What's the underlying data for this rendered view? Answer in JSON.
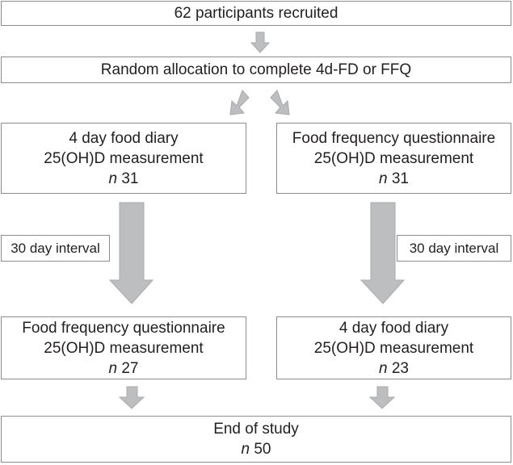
{
  "nodes": {
    "recruited": {
      "text": "62 participants recruited"
    },
    "allocation": {
      "text": "Random allocation to complete 4d-FD or FFQ"
    },
    "left_first": {
      "line1": "4 day food diary",
      "line2": "25(OH)D measurement",
      "n_symbol": "n",
      "n_value": "31"
    },
    "right_first": {
      "line1": "Food frequency questionnaire",
      "line2": "25(OH)D measurement",
      "n_symbol": "n",
      "n_value": "31"
    },
    "left_second": {
      "line1": "Food frequency questionnaire",
      "line2": "25(OH)D measurement",
      "n_symbol": "n",
      "n_value": "27"
    },
    "right_second": {
      "line1": "4 day food diary",
      "line2": "25(OH)D measurement",
      "n_symbol": "n",
      "n_value": "23"
    },
    "end": {
      "line1": "End of study",
      "n_symbol": "n",
      "n_value": "50"
    }
  },
  "intervals": {
    "left": "30 day interval",
    "right": "30 day interval"
  },
  "colors": {
    "box_border": "#8c8c8c",
    "arrow_fill": "#bcbec0",
    "text": "#231f20"
  }
}
